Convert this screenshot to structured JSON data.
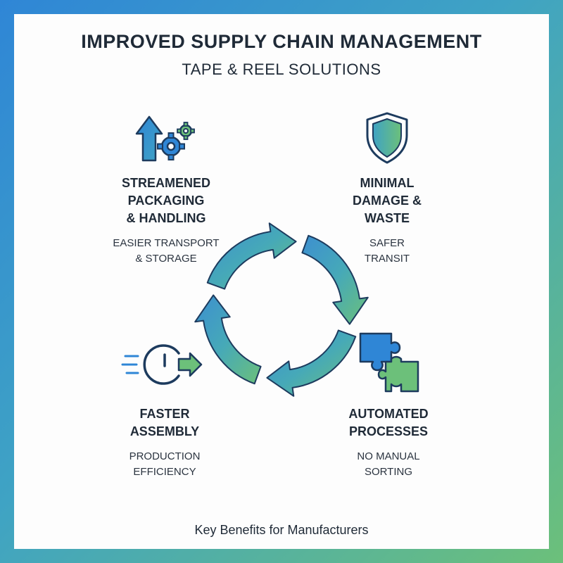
{
  "title": "IMPROVED SUPPLY CHAIN MANAGEMENT",
  "subtitle": "TAPE & REEL SOLUTIONS",
  "benefits": [
    {
      "heading": "STREAMENED\nPACKAGING\n& HANDLING",
      "description": "EASIER TRANSPORT\n& STORAGE",
      "icon": "arrow-gears-icon"
    },
    {
      "heading": "MINIMAL\nDAMAGE &\nWASTE",
      "description": "SAFER\nTRANSIT",
      "icon": "shield-icon"
    },
    {
      "heading": "FASTER\nASSEMBLY",
      "description": "PRODUCTION\nEFFICIENCY",
      "icon": "speed-timer-icon"
    },
    {
      "heading": "AUTOMATED\nPROCESSES",
      "description": "NO MANUAL\nSORTING",
      "icon": "puzzle-icon"
    }
  ],
  "footer": "Key Benefits for Manufacturers",
  "colors": {
    "blue": "#2f86d6",
    "teal": "#3fa3c4",
    "green": "#6cc07a",
    "text": "#1f2a37"
  }
}
